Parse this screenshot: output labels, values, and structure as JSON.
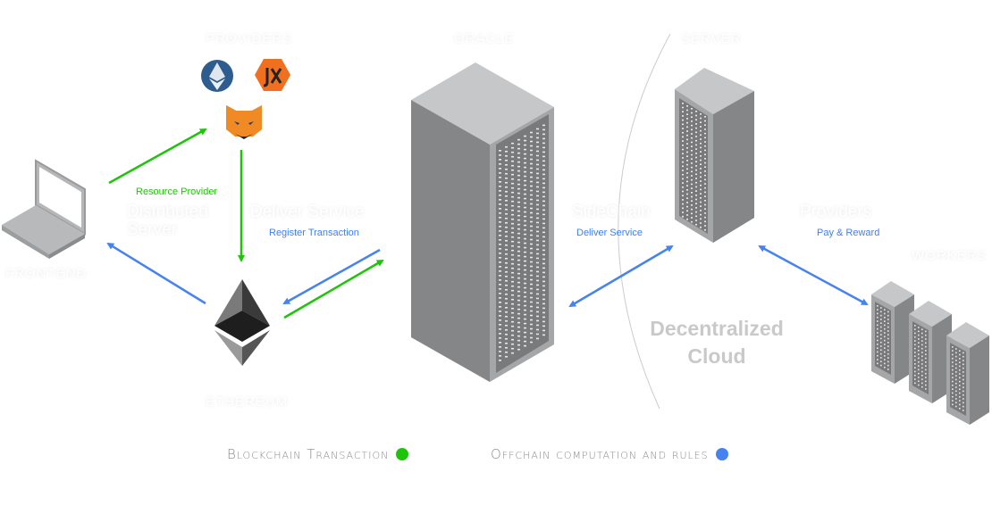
{
  "nodes": {
    "frontend": "FRONTEND",
    "providers": "PROVIDERS",
    "oracle": "ORACLE",
    "server": "SERVER",
    "workers": "WORKERS",
    "ethereum": "ETHEREUM"
  },
  "hidden_labels": {
    "distributed_server": "Distributed Server",
    "deliver_service": "Deliver Service",
    "sidechain": "SideChain",
    "providers": "Providers"
  },
  "edge_labels": {
    "resource_provider": "Resource Provider",
    "register_transaction": "Register Transaction",
    "deliver_service": "Deliver Service",
    "pay_reward": "Pay & Reward"
  },
  "cloud_label": "Decentralized Cloud",
  "provider_icons": [
    "ethereum-circle-icon",
    "jaxx-icon",
    "metamask-fox-icon"
  ],
  "legend": [
    {
      "label": "Blockchain Transaction",
      "color": "#1ec40a"
    },
    {
      "label": "Offchain computation and rules",
      "color": "#4682f0"
    }
  ],
  "colors": {
    "blockchain": "#1ec40a",
    "offchain": "#4682f0"
  }
}
